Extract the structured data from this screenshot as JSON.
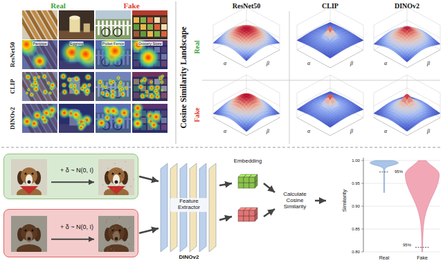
{
  "diagram": {
    "nodes": [
      {
        "text": [
          "+ δ ~ N(0, I)"
        ]
      },
      {
        "text": [
          "+ δ ~ N(0, I)"
        ]
      },
      {
        "text": [
          "Feature Extractor",
          "DINOv2"
        ]
      },
      {
        "text": [
          "Embedding"
        ]
      },
      {
        "text": [
          "Calculate Cosine Similarity"
        ]
      },
      {
        "text": [
          "Similarity"
        ]
      }
    ],
    "edges": [
      {
        "from": 0,
        "to": 2,
        "arrow": "to"
      },
      {
        "from": 1,
        "to": 2,
        "arrow": "to"
      },
      {
        "from": 2,
        "to": 3,
        "arrow": "to"
      },
      {
        "from": 2,
        "to": 3,
        "arrow": "to"
      },
      {
        "from": 3,
        "to": 4,
        "arrow": "to"
      },
      {
        "from": 3,
        "to": 4,
        "arrow": "to"
      },
      {
        "from": 4,
        "to": 5,
        "arrow": "to"
      }
    ],
    "labels": [
      "Real",
      "Fake",
      "ResNet50",
      "CLIP",
      "DINOv2",
      "Panpipe",
      "Eggnog",
      "Picket Fence",
      "Grocery Store",
      "Cosine Similarity Landscape",
      "ResNet50",
      "CLIP",
      "DINOv2",
      "Real",
      "Fake",
      "α",
      "β",
      "α",
      "β",
      "α",
      "β",
      "α",
      "β",
      "α",
      "β",
      "α",
      "β",
      "1.00",
      "0.95",
      "0.90",
      "0.85",
      "0.80",
      "Real",
      "Fake",
      "95%",
      "95%"
    ]
  }
}
